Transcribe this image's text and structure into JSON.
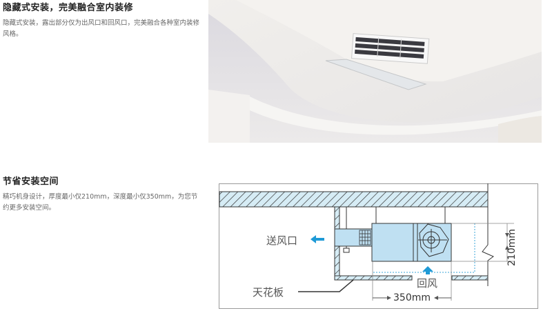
{
  "section1": {
    "title": "隐藏式安装，完美融合室内装修",
    "description": "隐藏式安装，露出部分仅为出风口和回风口，完美融合各种室内装修风格。"
  },
  "section2": {
    "title": "节省安装空间",
    "description": "精巧机身设计，厚度最小仅210mm，深度最小仅350mm，为您节约更多安装空间。"
  },
  "photo": {
    "subject": "ceiling-concealed air conditioner with linear supply grille and return panel"
  },
  "diagram": {
    "supply_label": "送风口",
    "return_label": "回风",
    "ceiling_label": "天花板",
    "depth_dimension": "350mm",
    "height_dimension": "210mm",
    "colors": {
      "unit_fill": "#bfe0f2",
      "arrow": "#1e9ad6",
      "hatch_fill": "#d6ecf5",
      "line": "#333333"
    }
  }
}
